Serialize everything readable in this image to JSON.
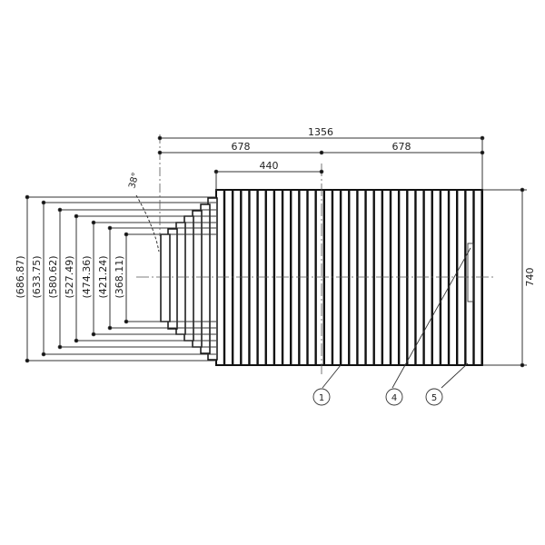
{
  "dimensions": {
    "overall_length": "1356",
    "half_left": "678",
    "half_right": "678",
    "inner_offset": "440",
    "height": "740",
    "angle": "38°",
    "step_heights": [
      "(686.87)",
      "(633.75)",
      "(580.62)",
      "(527.49)",
      "(474.36)",
      "(421.24)",
      "(368.11)"
    ]
  },
  "callouts": [
    "1",
    "4",
    "5"
  ],
  "colors": {
    "line": "#111111",
    "background": "#ffffff"
  }
}
